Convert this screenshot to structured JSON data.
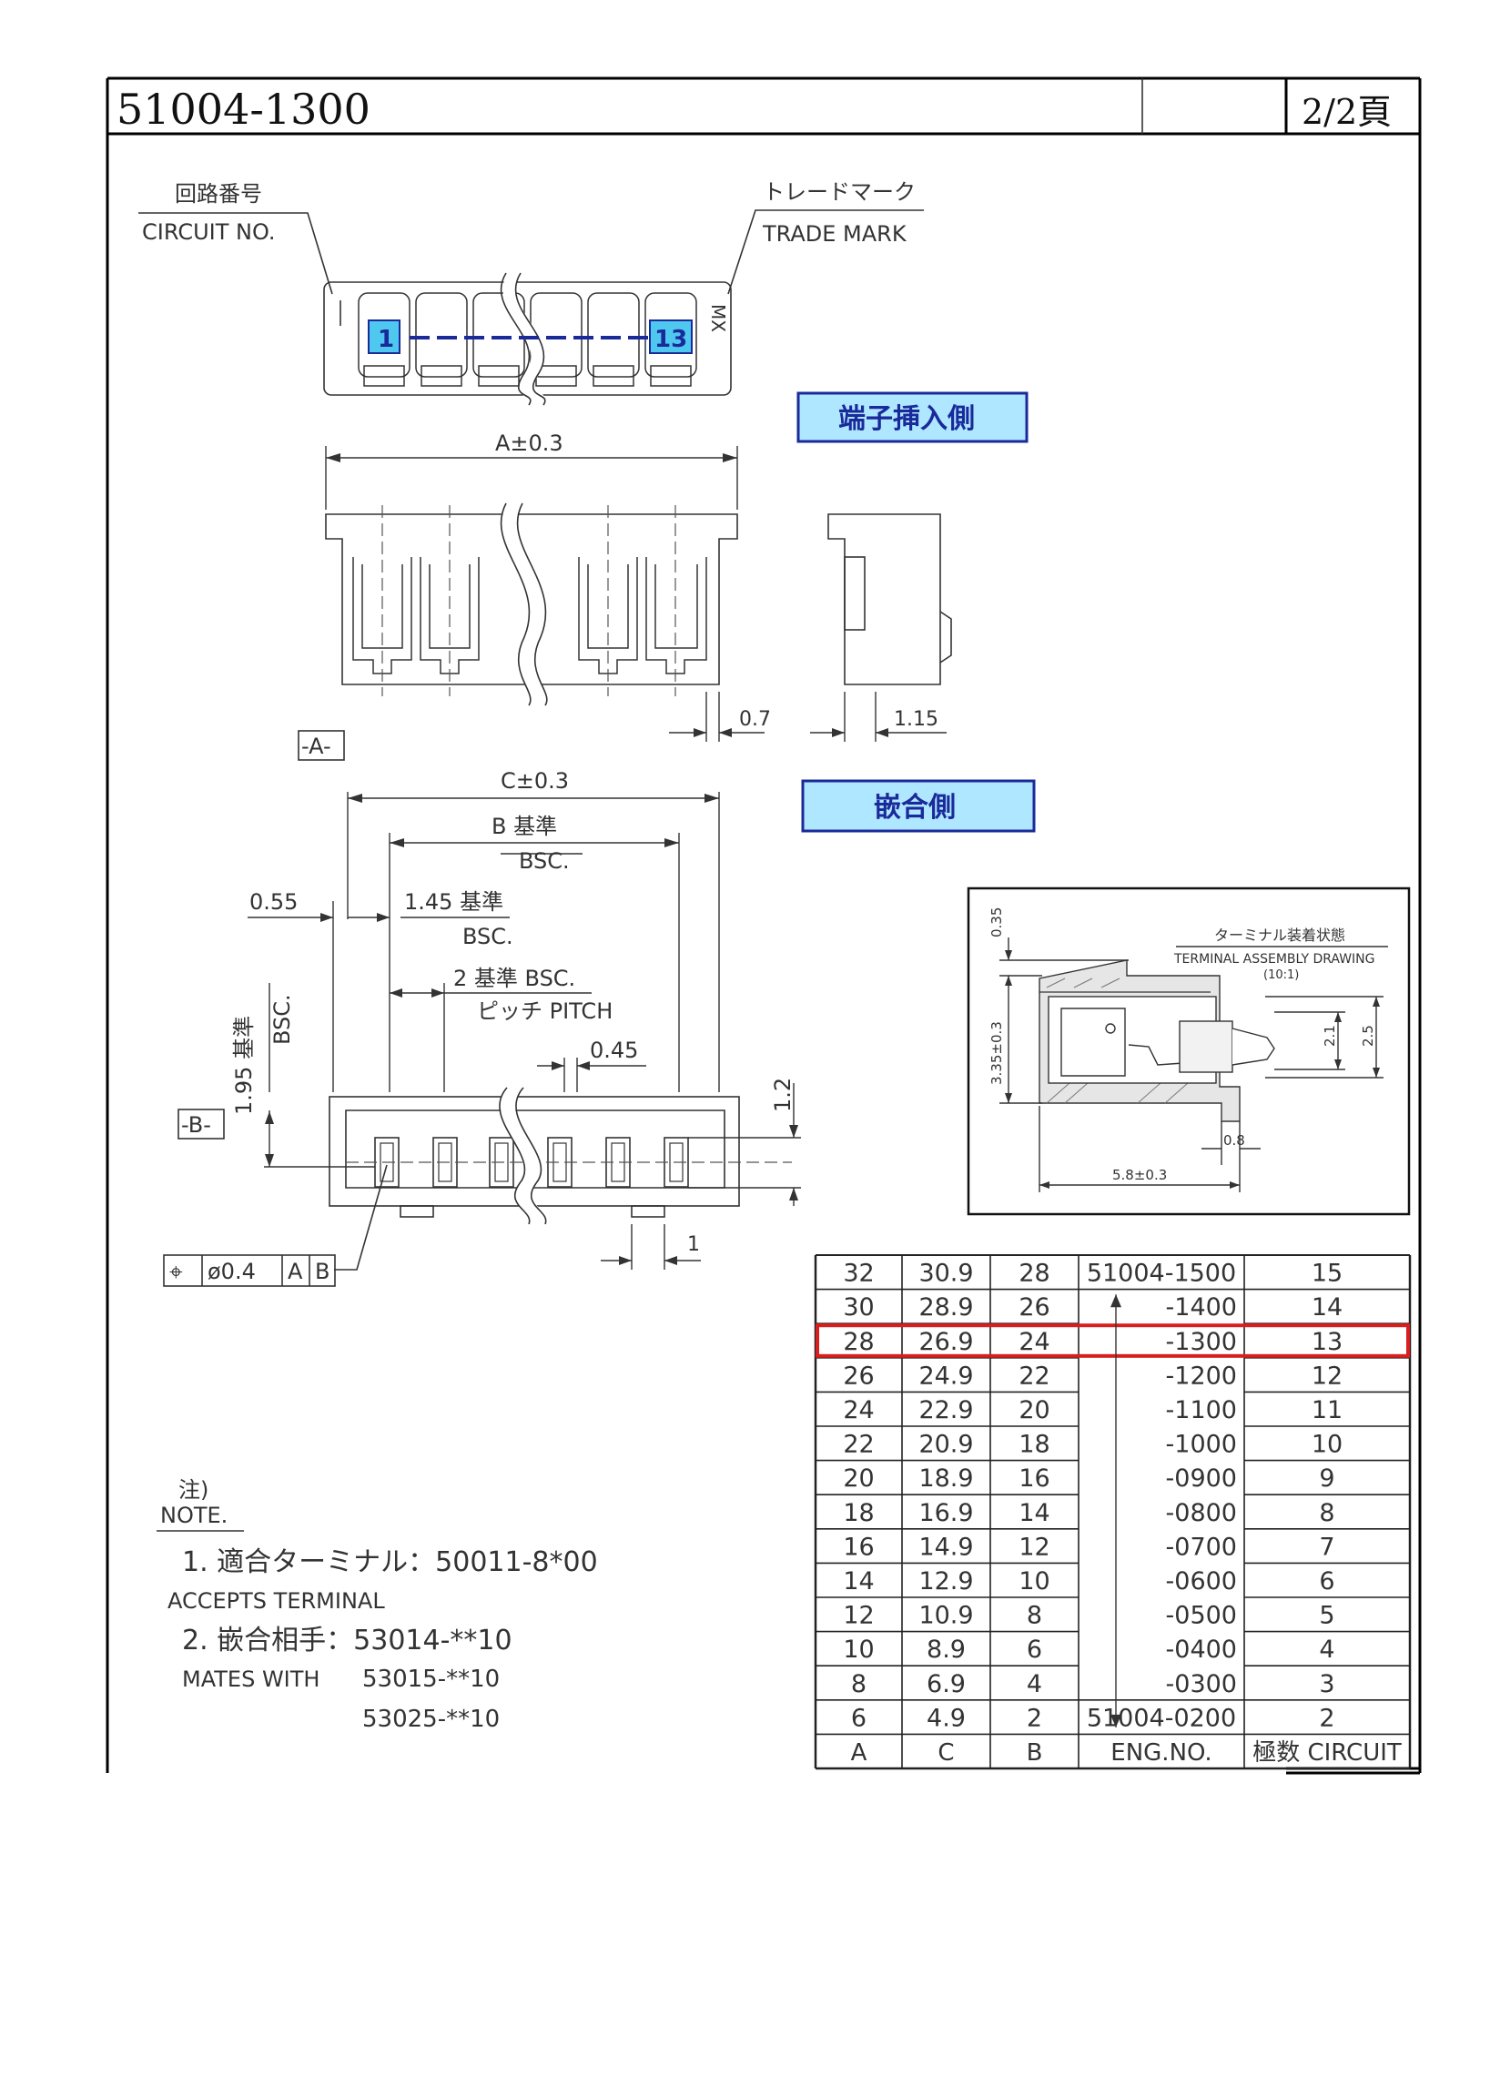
{
  "title": {
    "part_number": "51004-1300",
    "page": "2/2頁"
  },
  "labels": {
    "circuit_no_jp": "回路番号",
    "circuit_no_en": "CIRCUIT NO.",
    "trade_mark_jp": "トレードマーク",
    "trade_mark_en": "TRADE MARK",
    "mx_mark": "MX",
    "circuit_first": "1",
    "circuit_last": "13",
    "insertion_side": "端子挿入側",
    "mating_side": "嵌合側",
    "datum_a": "-A-",
    "datum_b": "-B-"
  },
  "dimensions": {
    "a": "A±0.3",
    "c": "C±0.3",
    "b_basis": "B 基準",
    "b_bsc": "BSC.",
    "d055": "0.55",
    "d145": "1.45 基準",
    "d145_bsc": "BSC.",
    "d2": "2 基準 BSC.",
    "pitch": "ピッチ PITCH",
    "d045": "0.45",
    "d195": "1.95 基準",
    "d195_bsc": "BSC.",
    "d12": "1.2",
    "d07": "0.7",
    "d115": "1.15",
    "d1": "1",
    "tolerance_symbol": "⌖",
    "tolerance_value": "ø0.4",
    "tolerance_ref_a": "A",
    "tolerance_ref_b": "B"
  },
  "terminal_assembly": {
    "title_jp": "ターミナル装着状態",
    "title_en": "TERMINAL ASSEMBLY DRAWING",
    "scale": "(10:1)",
    "d035": "0.35",
    "d335": "3.35±0.3",
    "d21": "2.1",
    "d25": "2.5",
    "d08": "0.8",
    "d58": "5.8±0.3"
  },
  "notes": {
    "heading_jp": "注)",
    "heading_en": "NOTE.",
    "n1_jp": "1. 適合ターミナル：50011-8*00",
    "n1_en": "ACCEPTS TERMINAL",
    "n2_jp": "2. 嵌合相手：53014-**10",
    "n2_en_label": "MATES WITH",
    "n2_en_1": "53015-**10",
    "n2_en_2": "53025-**10"
  },
  "table": {
    "headers": [
      "A",
      "C",
      "B",
      "ENG.NO.",
      "極数 CIRCUIT"
    ],
    "rows": [
      [
        "32",
        "30.9",
        "28",
        "51004-1500",
        "15"
      ],
      [
        "30",
        "28.9",
        "26",
        "-1400",
        "14"
      ],
      [
        "28",
        "26.9",
        "24",
        "-1300",
        "13"
      ],
      [
        "26",
        "24.9",
        "22",
        "-1200",
        "12"
      ],
      [
        "24",
        "22.9",
        "20",
        "-1100",
        "11"
      ],
      [
        "22",
        "20.9",
        "18",
        "-1000",
        "10"
      ],
      [
        "20",
        "18.9",
        "16",
        "-0900",
        "9"
      ],
      [
        "18",
        "16.9",
        "14",
        "-0800",
        "8"
      ],
      [
        "16",
        "14.9",
        "12",
        "-0700",
        "7"
      ],
      [
        "14",
        "12.9",
        "10",
        "-0600",
        "6"
      ],
      [
        "12",
        "10.9",
        "8",
        "-0500",
        "5"
      ],
      [
        "10",
        "8.9",
        "6",
        "-0400",
        "4"
      ],
      [
        "8",
        "6.9",
        "4",
        "-0300",
        "3"
      ],
      [
        "6",
        "4.9",
        "2",
        "51004-0200",
        "2"
      ]
    ],
    "highlight_row": 2,
    "highlight_color": "#d81e1e"
  },
  "colors": {
    "label_fill": "#aee7ff",
    "label_text": "#1a2a9a"
  }
}
